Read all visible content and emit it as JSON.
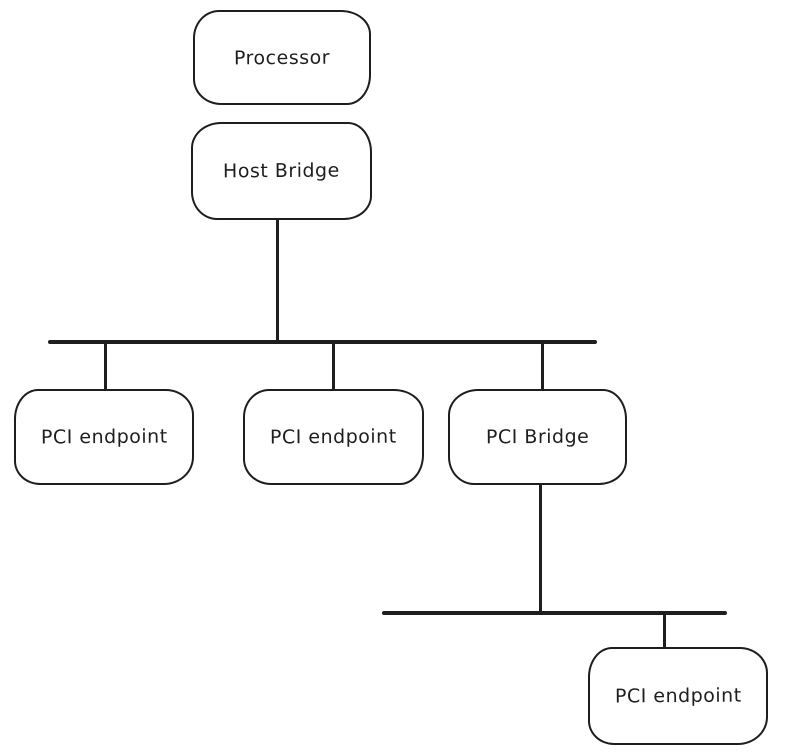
{
  "diagram": {
    "kind": "tree-diagram",
    "style": "hand-drawn",
    "colors": {
      "stroke": "#1e1e1e",
      "background": "#ffffff"
    },
    "nodes": [
      {
        "id": "processor",
        "label": "Processor"
      },
      {
        "id": "host-bridge",
        "label": "Host Bridge"
      },
      {
        "id": "pci-endpoint-1",
        "label": "PCI endpoint"
      },
      {
        "id": "pci-endpoint-2",
        "label": "PCI endpoint"
      },
      {
        "id": "pci-bridge",
        "label": "PCI Bridge"
      },
      {
        "id": "pci-endpoint-3",
        "label": "PCI endpoint"
      }
    ],
    "edges": [
      {
        "from": "host-bridge",
        "to": "bus-1"
      },
      {
        "from": "bus-1",
        "to": "pci-endpoint-1"
      },
      {
        "from": "bus-1",
        "to": "pci-endpoint-2"
      },
      {
        "from": "bus-1",
        "to": "pci-bridge"
      },
      {
        "from": "pci-bridge",
        "to": "bus-2"
      },
      {
        "from": "bus-2",
        "to": "pci-endpoint-3"
      }
    ]
  }
}
